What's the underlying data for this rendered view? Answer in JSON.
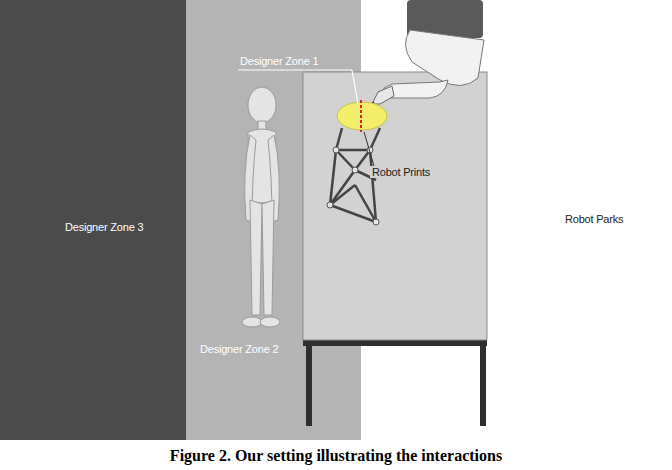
{
  "diagram": {
    "caption": "Figure 2. Our setting illustrating the interactions",
    "nodes": [
      {
        "text": [
          "Designer Zone 3"
        ]
      },
      {
        "text": [
          "Designer Zone 2"
        ]
      },
      {
        "text": [
          "Robot Parks"
        ]
      }
    ],
    "labels": [
      "Designer Zone 1",
      "Robot Prints"
    ]
  }
}
